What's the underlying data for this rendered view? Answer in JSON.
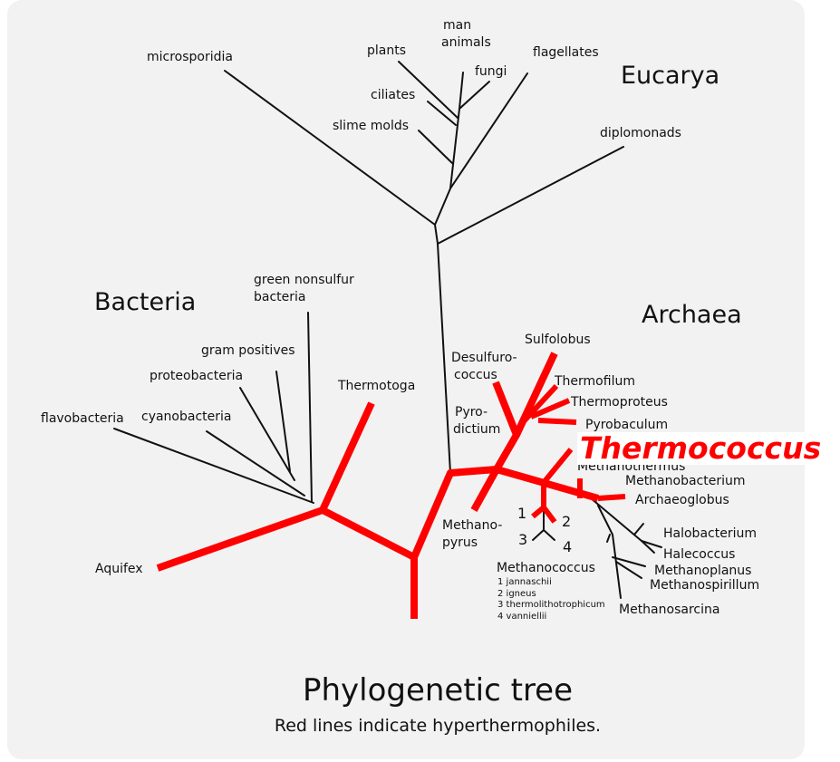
{
  "domains": {
    "eucarya": "Eucarya",
    "bacteria": "Bacteria",
    "archaea": "Archaea"
  },
  "highlight": "Thermococcus",
  "eucarya": {
    "man_animals_1": "man",
    "man_animals_2": "animals",
    "plants": "plants",
    "fungi": "fungi",
    "flagellates": "flagellates",
    "microsporidia": "microsporidia",
    "ciliates": "ciliates",
    "slime_molds": "slime molds",
    "diplomonads": "diplomonads"
  },
  "bacteria": {
    "green_nonsulfur_1": "green nonsulfur",
    "green_nonsulfur_2": "bacteria",
    "gram_positives": "gram positives",
    "proteobacteria": "proteobacteria",
    "cyanobacteria": "cyanobacteria",
    "flavobacteria": "flavobacteria",
    "thermotoga": "Thermotoga",
    "aquifex": "Aquifex"
  },
  "archaea": {
    "sulfolobus": "Sulfolobus",
    "desulfurococcus_1": "Desulfuro-",
    "desulfurococcus_2": "coccus",
    "thermofilum": "Thermofilum",
    "thermoproteus": "Thermoproteus",
    "pyrodictium_1": "Pyro-",
    "pyrodictium_2": "dictium",
    "pyrobaculum": "Pyrobaculum",
    "methanothermus": "Methanothermus",
    "methanobacterium": "Methanobacterium",
    "archaeoglobus": "Archaeoglobus",
    "methanopyrus_1": "Methano-",
    "methanopyrus_2": "pyrus",
    "halobacterium": "Halobacterium",
    "halecoccus": "Halecoccus",
    "methanoplanus": "Methanoplanus",
    "methanospirillum": "Methanospirillum",
    "methanosarcina": "Methanosarcina",
    "methanococcus": "Methanococcus",
    "num1": "1",
    "num2": "2",
    "num3": "3",
    "num4": "4",
    "species1": "1 jannaschii",
    "species2": "2 igneus",
    "species3": "3 thermolithotrophicum",
    "species4": "4 vanniellii"
  },
  "title": "Phylogenetic tree",
  "subtitle": "Red lines indicate hyperthermophiles.",
  "colors": {
    "hyperthermophile": "#ff0000",
    "branch": "#111111",
    "background": "#f2f2f2"
  }
}
